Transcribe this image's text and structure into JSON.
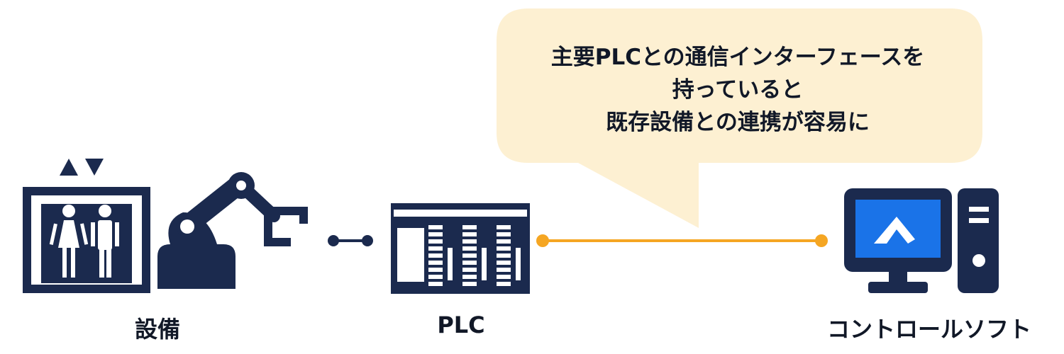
{
  "callout": {
    "lines": [
      "主要PLCとの通信インターフェースを",
      "持っていると",
      "既存設備との連携が容易に"
    ]
  },
  "nodes": {
    "equipment": {
      "label": "設備"
    },
    "plc": {
      "label": "PLC"
    },
    "software": {
      "label": "コントロールソフト"
    }
  },
  "colors": {
    "navy": "#1b2a4e",
    "accent_orange": "#f5a623",
    "callout_fill": "#fdf0d2",
    "screen_blue": "#1a73e8",
    "text": "#111827"
  },
  "icons": [
    "elevator-icon",
    "robot-arm-icon",
    "plc-icon",
    "computer-icon",
    "app-logo-icon"
  ]
}
